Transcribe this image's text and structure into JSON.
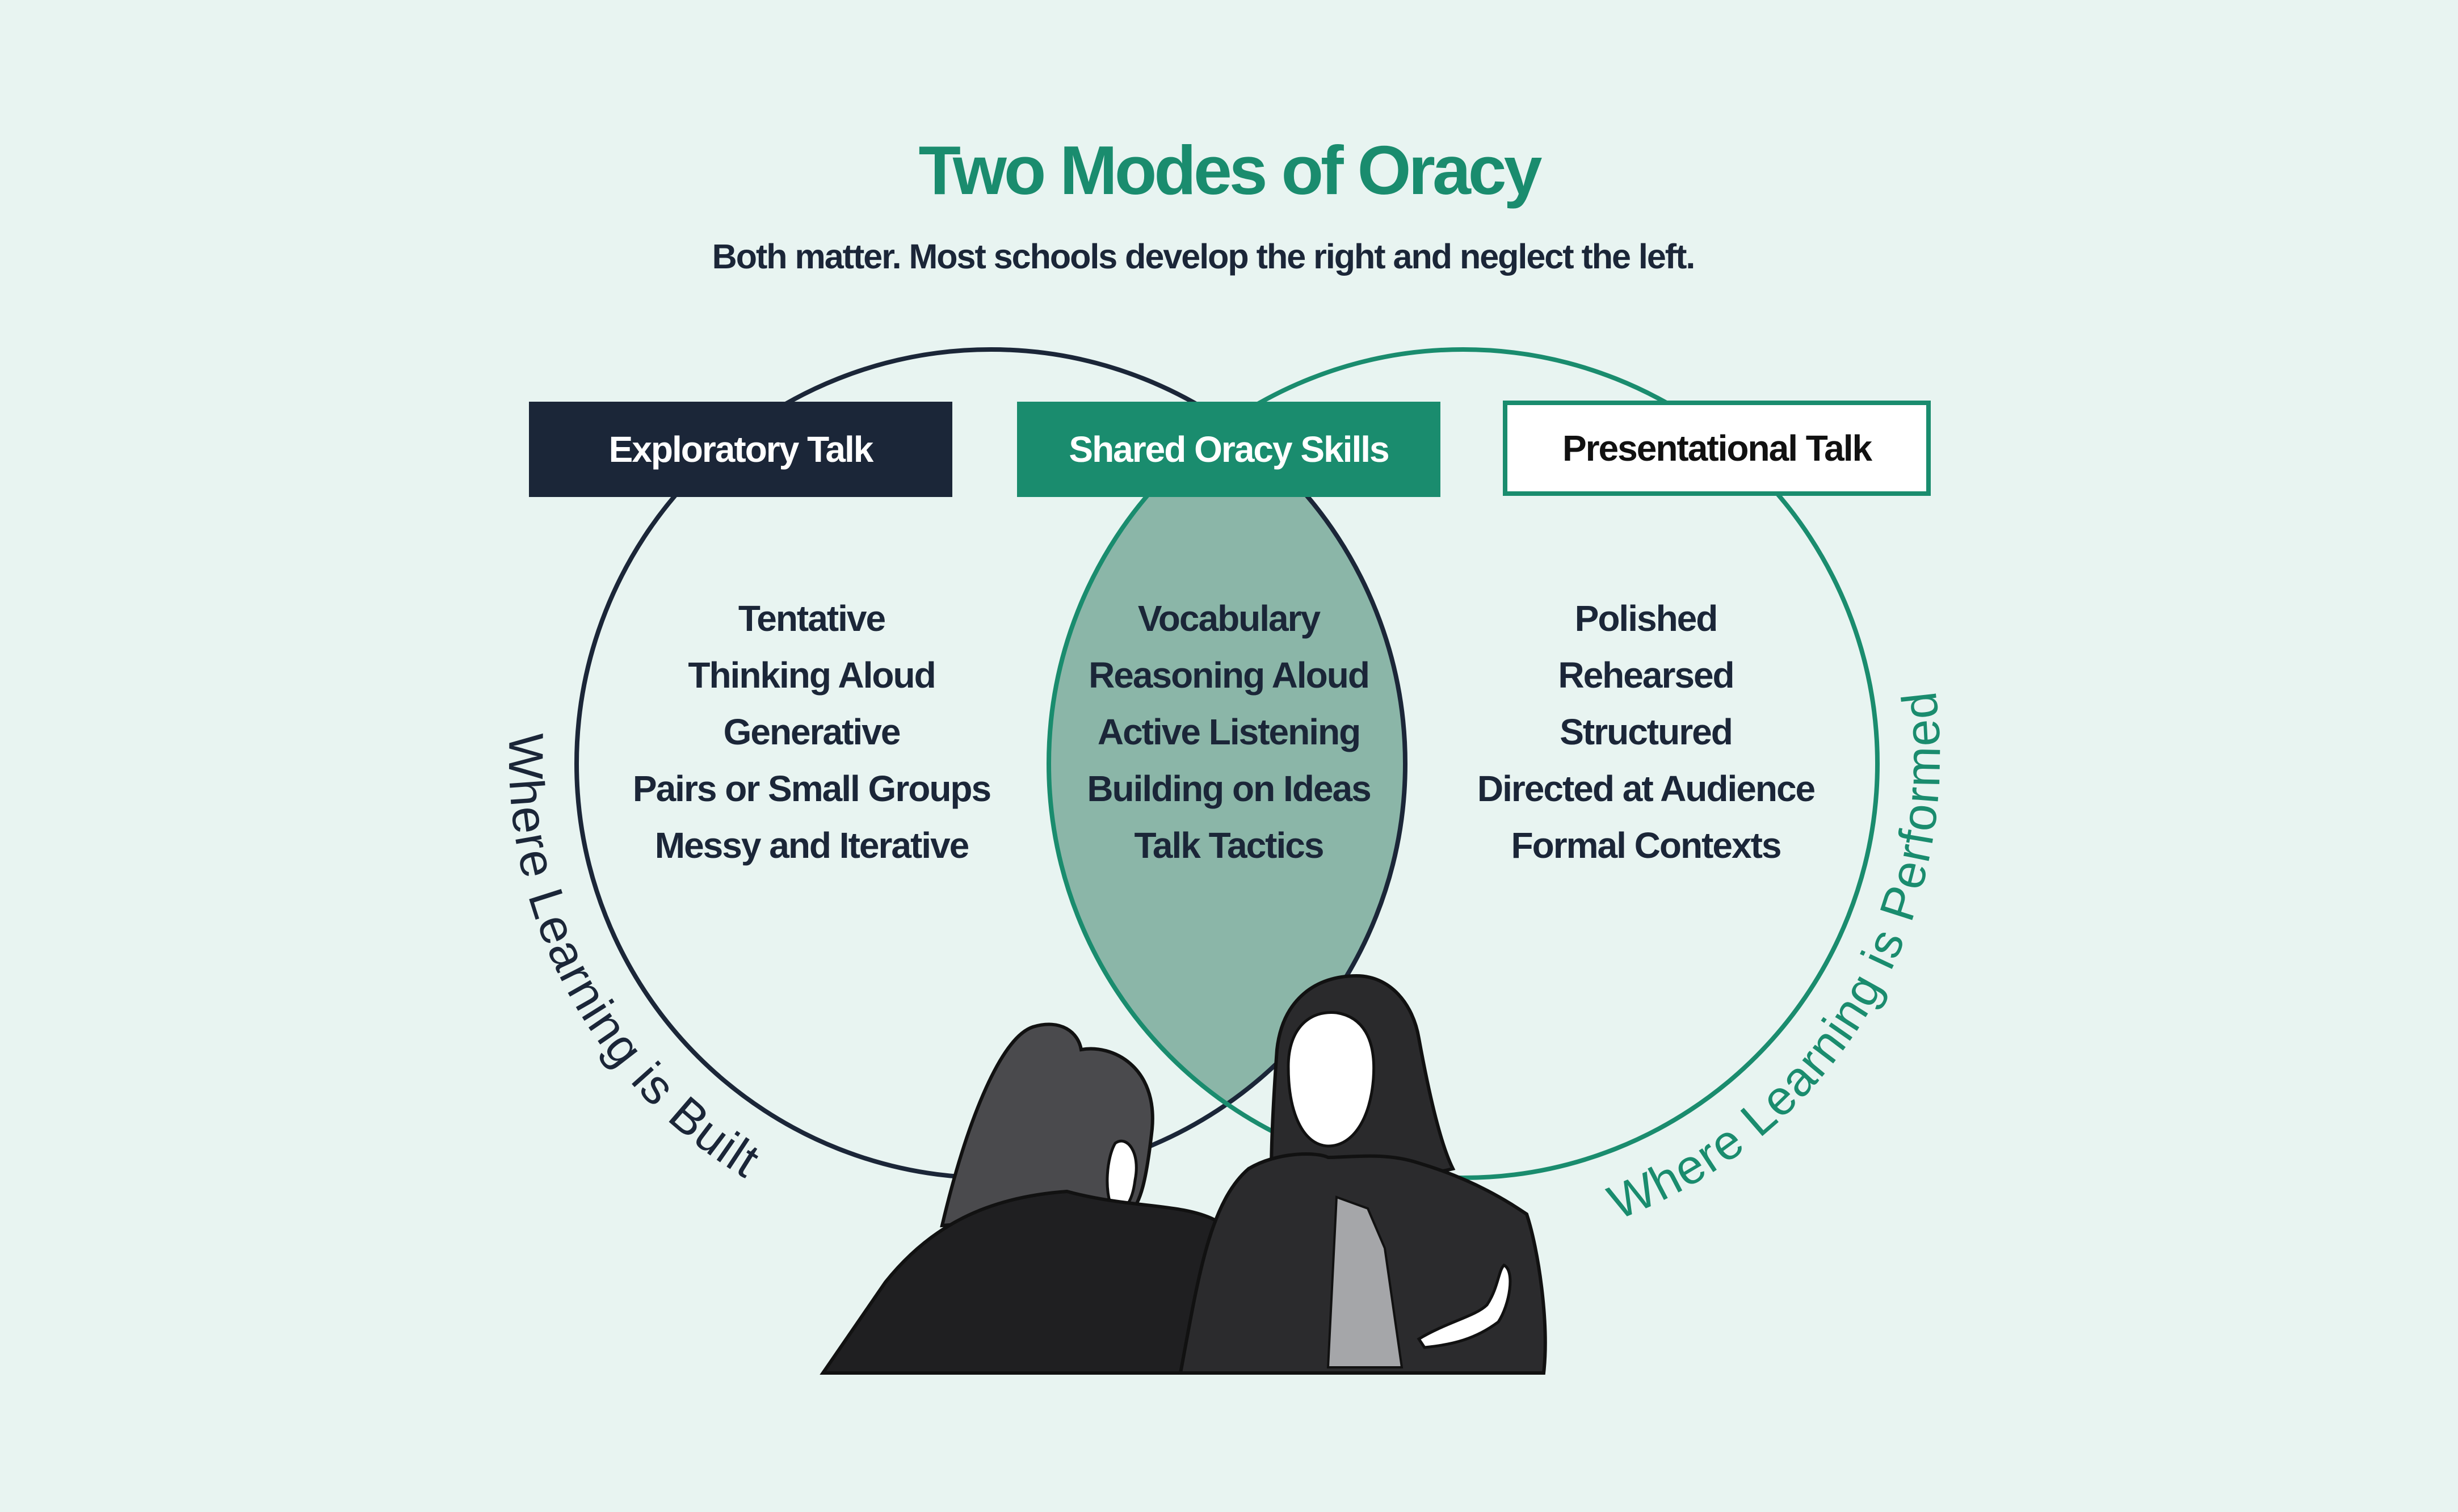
{
  "title": "Two Modes of Oracy",
  "subtitle": "Both matter. Most schools develop the right and neglect the left.",
  "colors": {
    "navy": "#1b2638",
    "green": "#1a8c6e",
    "overlap_fill": "#8bb6a8",
    "background": "#e8f4f1"
  },
  "exploratory": {
    "label": "Exploratory Talk",
    "items": [
      "Tentative",
      "Thinking Aloud",
      "Generative",
      "Pairs or Small Groups",
      "Messy and Iterative"
    ],
    "arc_caption": "Where Learning is Built"
  },
  "shared": {
    "label": "Shared Oracy Skills",
    "items": [
      "Vocabulary",
      "Reasoning Aloud",
      "Active Listening",
      "Building on Ideas",
      "Talk Tactics"
    ]
  },
  "presentational": {
    "label": "Presentational Talk",
    "items": [
      "Polished",
      "Rehearsed",
      "Structured",
      "Directed at Audience",
      "Formal Contexts"
    ],
    "arc_caption": "Where Learning is Performed"
  }
}
